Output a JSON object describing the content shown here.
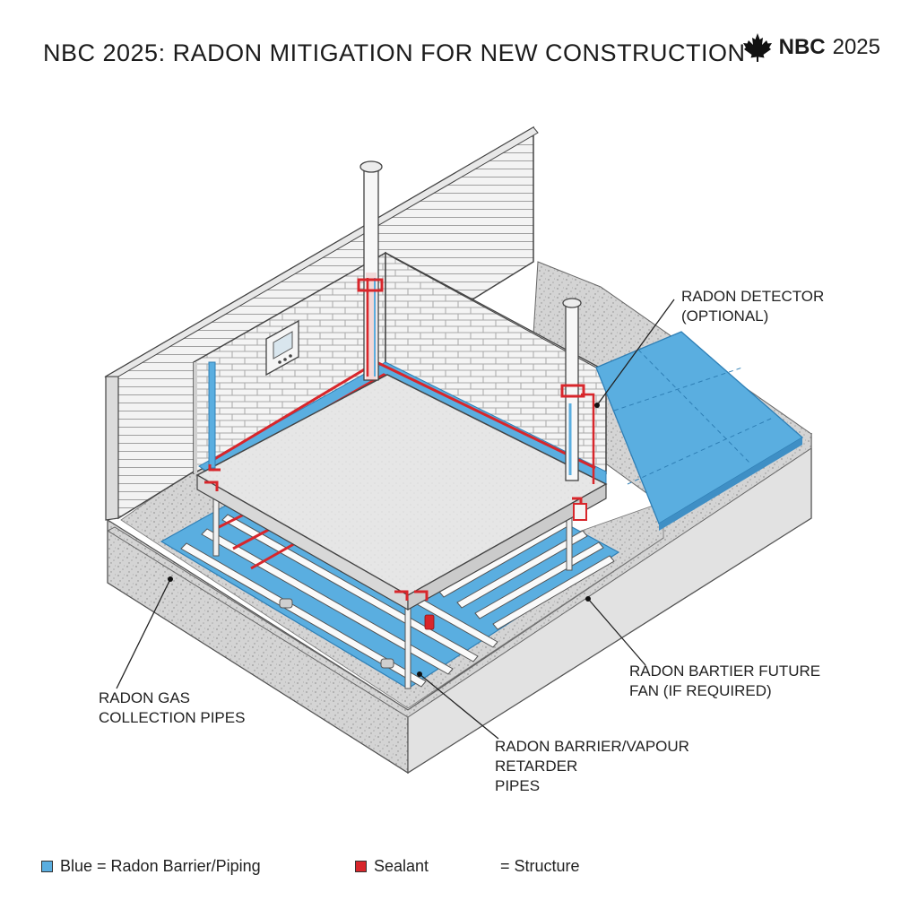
{
  "title": "NBC 2025: RADON MITIGATION FOR NEW CONSTRUCTION",
  "brand": {
    "icon": "maple-leaf-icon",
    "bold": "NBC",
    "light": "2025"
  },
  "callouts": {
    "detector": [
      "RADON DETECTOR",
      "(OPTIONAL)"
    ],
    "fan": [
      "RADON BARTIER FUTURE",
      "FAN (IF REQUIRED)"
    ],
    "collection": [
      "RADON GAS",
      "COLLECTION PIPES"
    ],
    "barrier": [
      "RADON BARRIER/VAPOUR",
      "RETARDER",
      "PIPES"
    ]
  },
  "legend": [
    {
      "symbol": "blue-swatch",
      "label": "Blue = Radon Barrier/Piping",
      "color": "#5aaee0"
    },
    {
      "symbol": "red-swatch",
      "label": "Sealant",
      "color": "#d8262b"
    },
    {
      "symbol": "double-line",
      "label": "= Structure",
      "color": "#555555"
    }
  ],
  "colors": {
    "barrier": "#5aaee0",
    "sealant": "#d8262b",
    "concrete": "#e4e4e4",
    "gravel": "#cfcfcf"
  }
}
